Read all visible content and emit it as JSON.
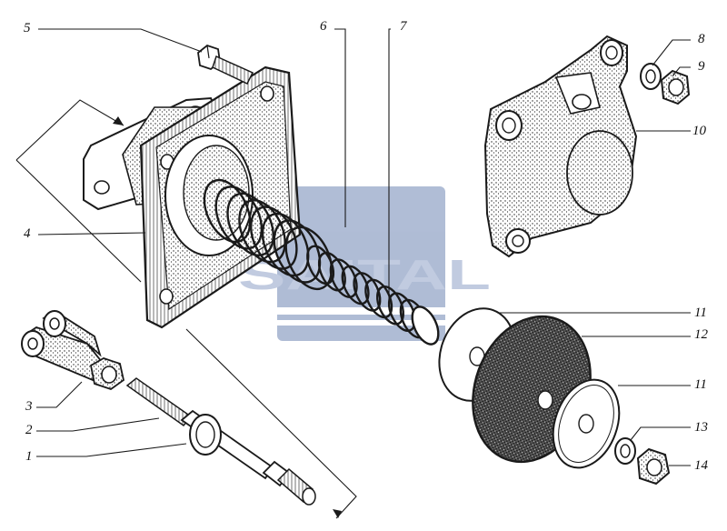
{
  "diagram": {
    "watermark": {
      "text": "SAITAL",
      "color": "#6f86b4"
    },
    "ink_color": "#1a1a1a",
    "callouts": [
      {
        "id": "c5",
        "label": "5"
      },
      {
        "id": "c6",
        "label": "6"
      },
      {
        "id": "c7",
        "label": "7"
      },
      {
        "id": "c8",
        "label": "8"
      },
      {
        "id": "c9",
        "label": "9"
      },
      {
        "id": "c10",
        "label": "10"
      },
      {
        "id": "c4",
        "label": "4"
      },
      {
        "id": "c11a",
        "label": "11"
      },
      {
        "id": "c12",
        "label": "12"
      },
      {
        "id": "c11b",
        "label": "11"
      },
      {
        "id": "c3",
        "label": "3"
      },
      {
        "id": "c2",
        "label": "2"
      },
      {
        "id": "c1",
        "label": "1"
      },
      {
        "id": "c13",
        "label": "13"
      },
      {
        "id": "c14",
        "label": "14"
      }
    ]
  }
}
